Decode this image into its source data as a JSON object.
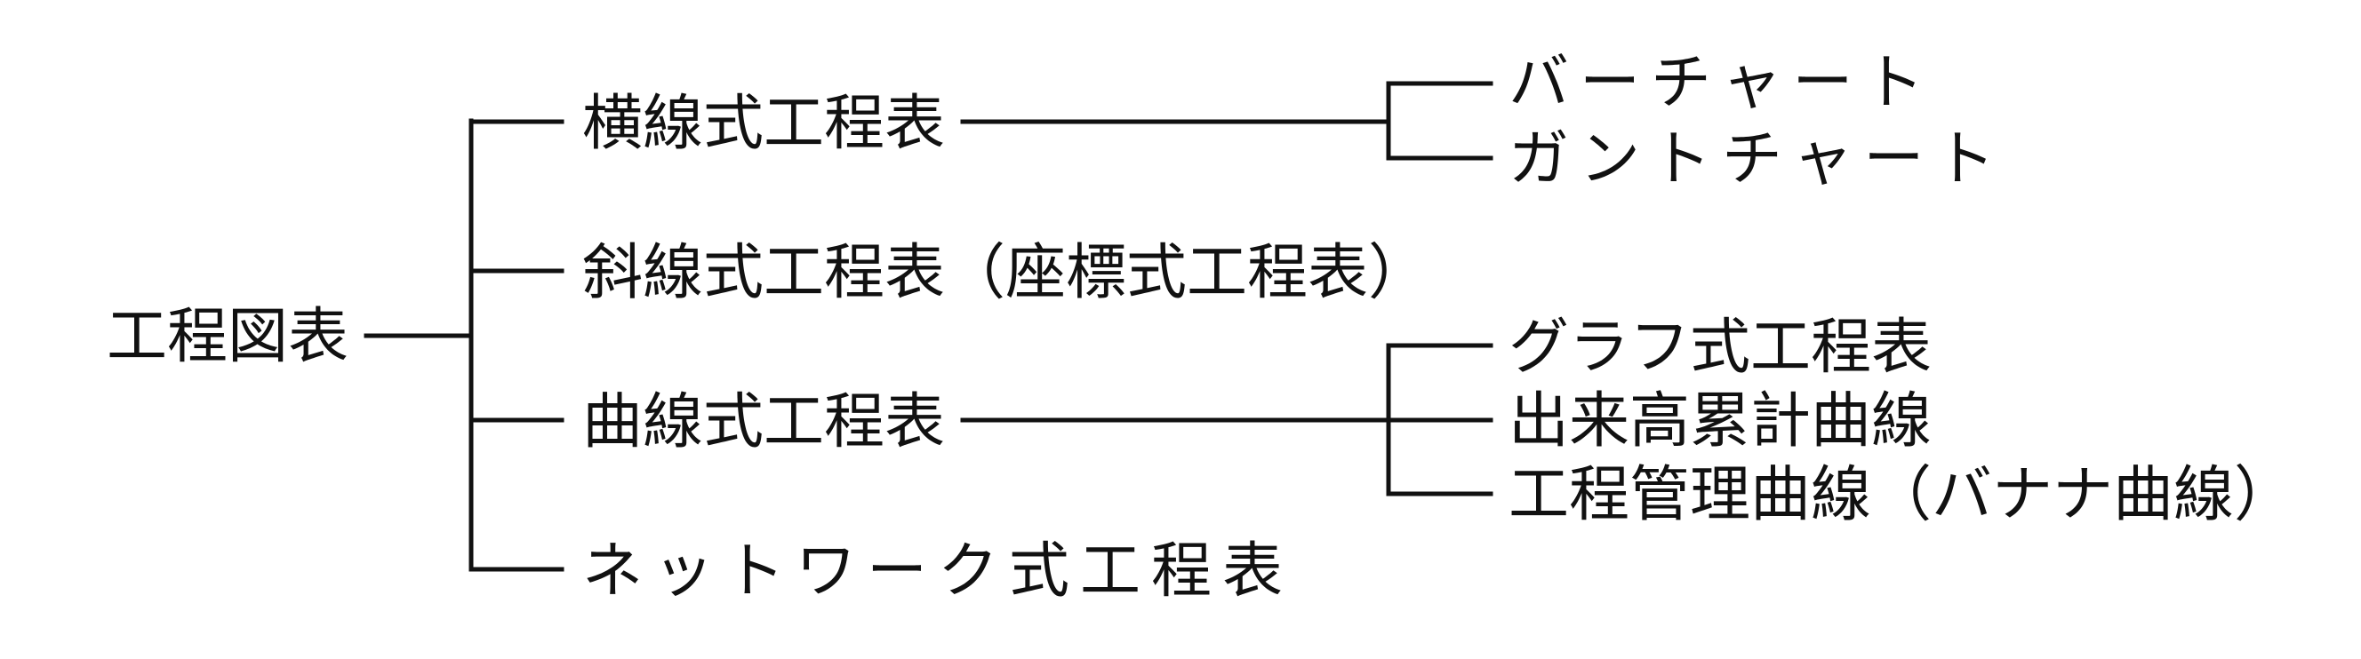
{
  "diagram": {
    "type": "tree",
    "root": {
      "label": "工程図表"
    },
    "branches": [
      {
        "label": "横線式工程表",
        "children": [
          {
            "label": "バーチャート"
          },
          {
            "label": "ガントチャート"
          }
        ]
      },
      {
        "label": "斜線式工程表（座標式工程表）",
        "children": []
      },
      {
        "label": "曲線式工程表",
        "children": [
          {
            "label": "グラフ式工程表"
          },
          {
            "label": "出来高累計曲線"
          },
          {
            "label": "工程管理曲線（バナナ曲線）"
          }
        ]
      },
      {
        "label": "ネットワーク式工程表",
        "children": []
      }
    ]
  },
  "colors": {
    "line": "#111111",
    "text": "#111111",
    "background": "#ffffff"
  }
}
